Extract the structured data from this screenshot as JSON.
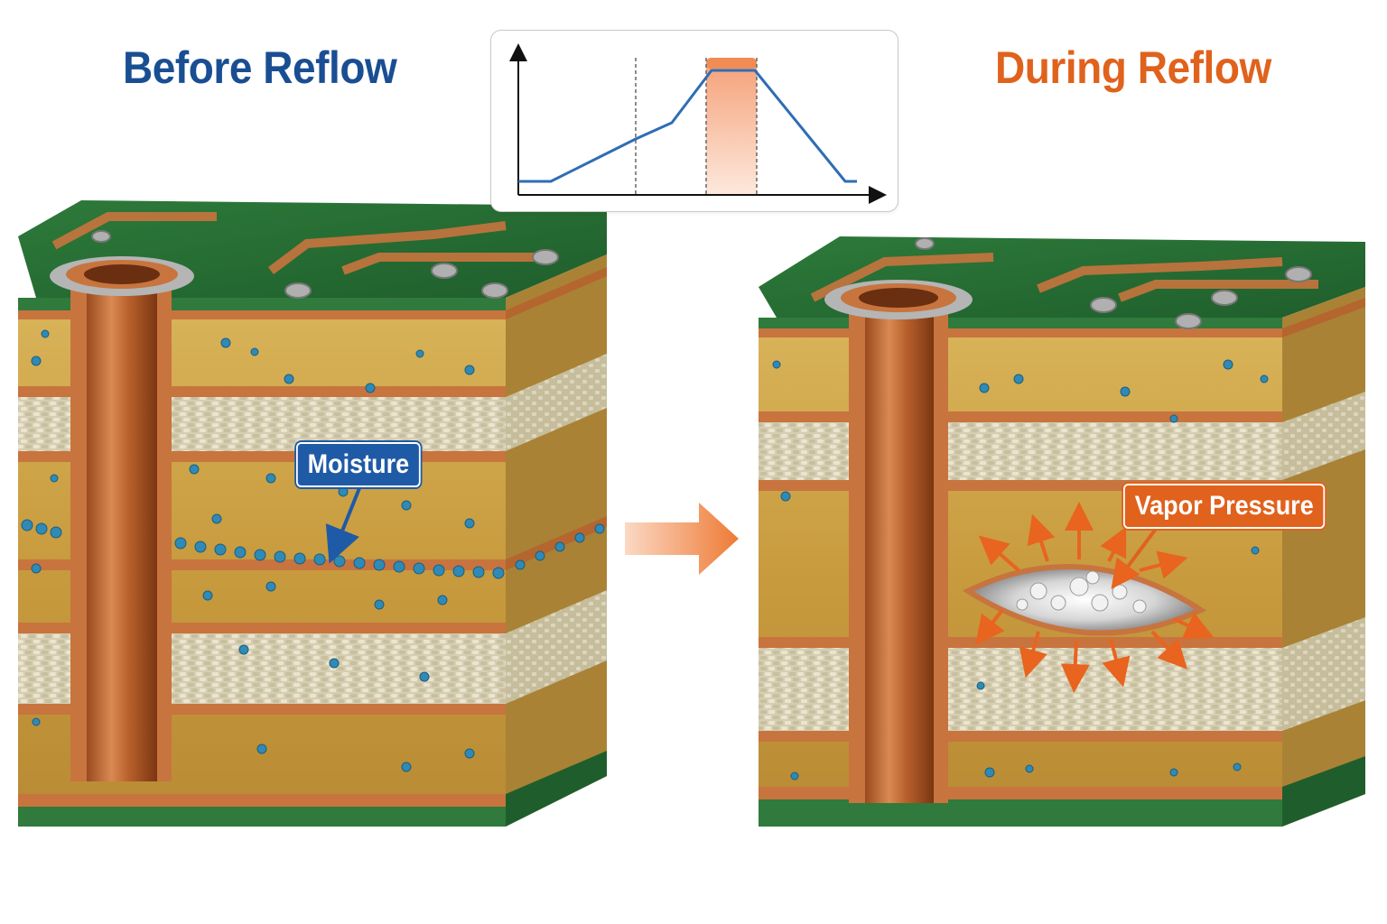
{
  "panels": {
    "before": {
      "title": "Before Reflow",
      "callout": "Moisture"
    },
    "during": {
      "title": "During Reflow",
      "callout": "Vapor Pressure"
    }
  },
  "reflow_profile": {
    "axes": "x-y arrows, unlabeled",
    "curve_color": "#2f6db5",
    "peak_zone_color": "#f5a27a"
  },
  "colors": {
    "before_accent": "#1a4e93",
    "during_accent": "#e0621d",
    "solder_mask": "#2f7a3c",
    "copper": "#c8743e",
    "resin": "#d2ad52",
    "glass_weave": "#d9d2b8",
    "moisture_droplet": "#2f8ab5"
  },
  "icons": {
    "process_arrow": "right-arrow-icon",
    "vapor_arrows": "pressure-arrow-icon"
  }
}
